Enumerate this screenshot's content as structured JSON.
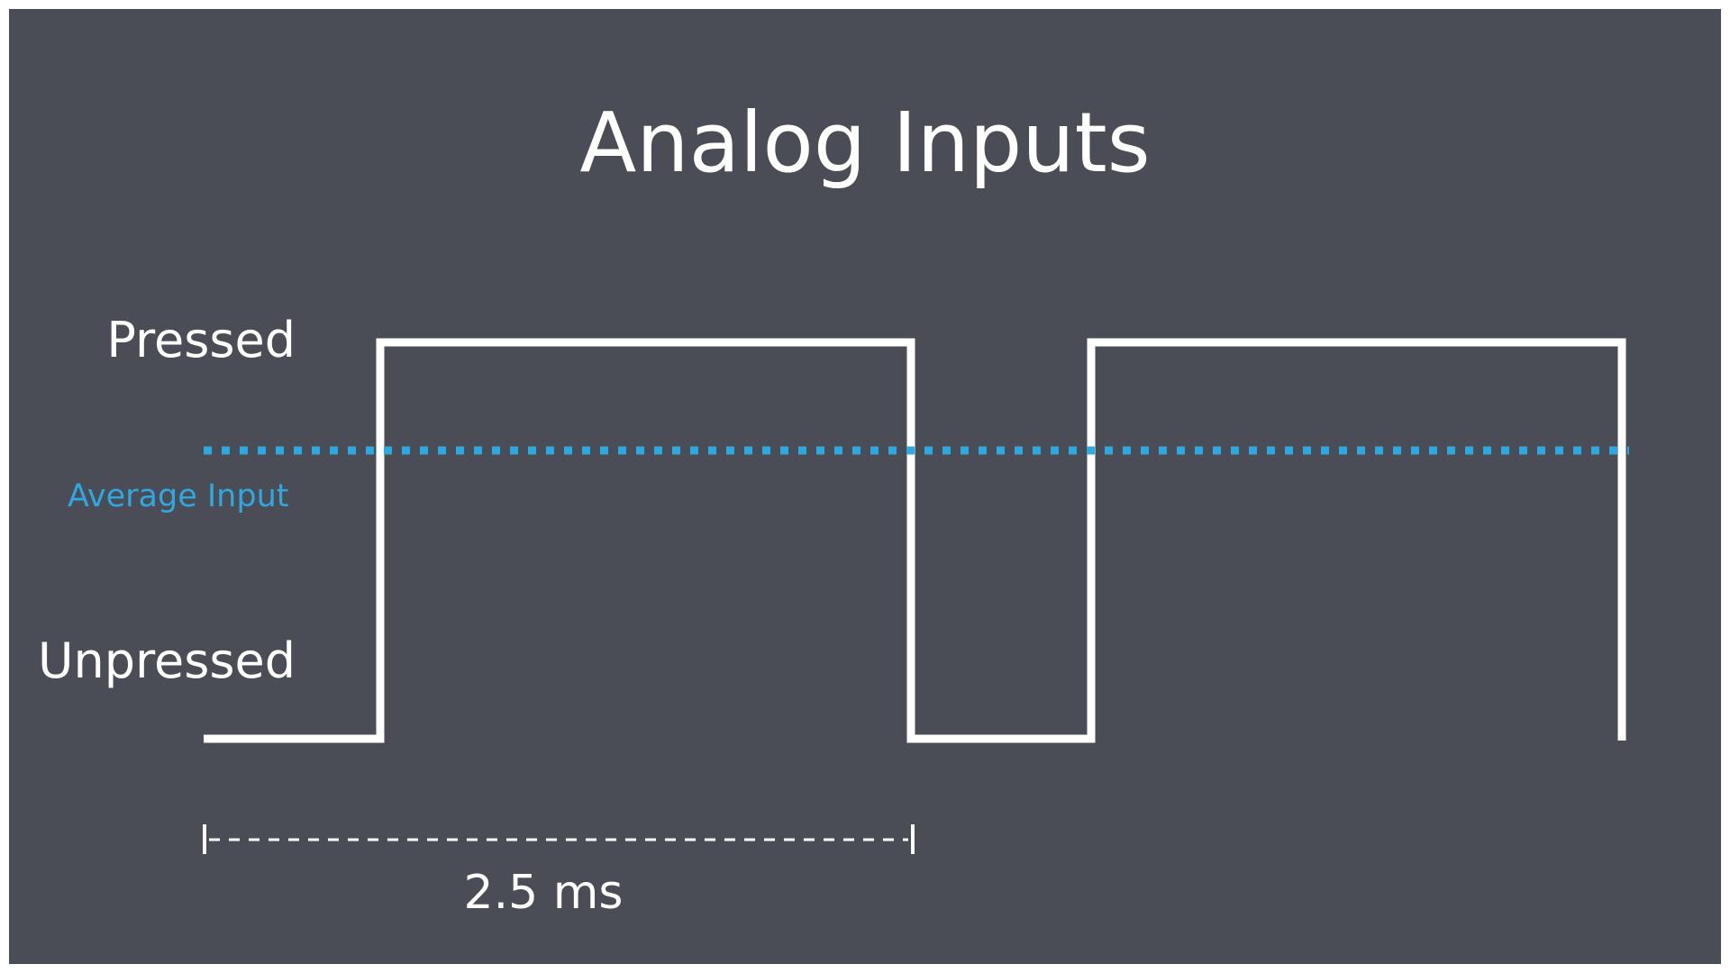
{
  "title": "Analog Inputs",
  "levels": {
    "high_label": "Pressed",
    "low_label": "Unpressed"
  },
  "average": {
    "label": "Average Input",
    "color": "#2fa8e0"
  },
  "duration": {
    "label": "2.5 ms"
  },
  "colors": {
    "background": "#4a4c56",
    "foreground": "#ffffff"
  }
}
